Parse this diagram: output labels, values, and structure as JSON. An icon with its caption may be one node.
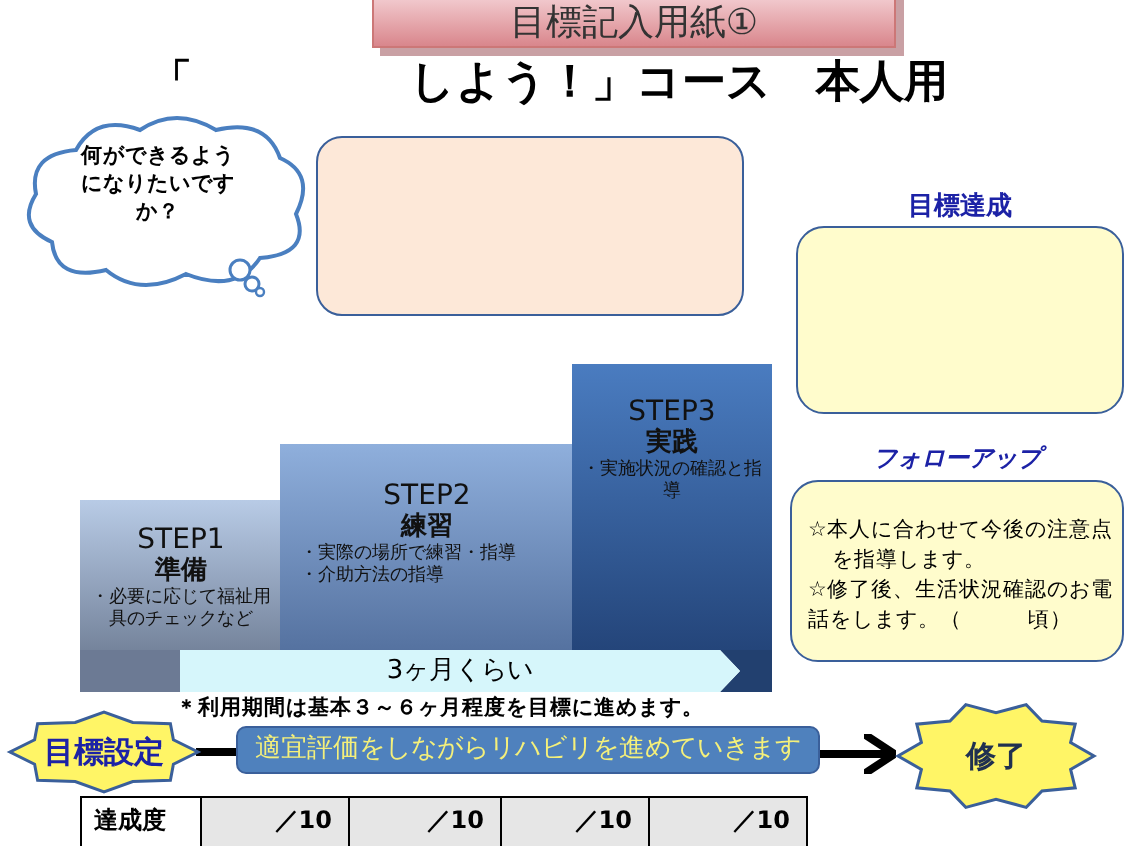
{
  "diagram": {
    "title": "目標記入用紙①",
    "nodes": [
      {
        "text": [
          "何ができるようになりたいですか？"
        ]
      },
      {
        "text": [],
        "shape": "box"
      },
      {
        "text": [
          "目標達成"
        ]
      },
      {
        "text": [
          "フォローアップ",
          "☆本人に合わせて今後の注意点を指導します。",
          "☆修了後、生活状況確認のお電話をします。（　　　頃）"
        ]
      },
      {
        "text": [
          "STEP1",
          "準備",
          "・必要に応じて福祉用具のチェックなど"
        ]
      },
      {
        "text": [
          "STEP2",
          "練習",
          "・実際の場所で練習・指導",
          "・介助方法の指導"
        ]
      },
      {
        "text": [
          "STEP3",
          "実践",
          "・実施状況の確認と指導"
        ]
      },
      {
        "text": [
          "目標設定"
        ]
      },
      {
        "text": [
          "適宜評価をしながらリハビリを進めていきます"
        ]
      },
      {
        "text": [
          "修了"
        ]
      }
    ],
    "edges": [
      {
        "from": 7,
        "to": 8,
        "arrow": "none"
      },
      {
        "from": 8,
        "to": 9,
        "arrow": "to"
      }
    ],
    "labels": [
      "「",
      "しよう！」コース　本人用",
      "3ヶ月くらい",
      "＊利用期間は基本３～６ヶ月程度を目標に進めます。",
      "達成度",
      "／10",
      "／10",
      "／10",
      "／10"
    ]
  }
}
